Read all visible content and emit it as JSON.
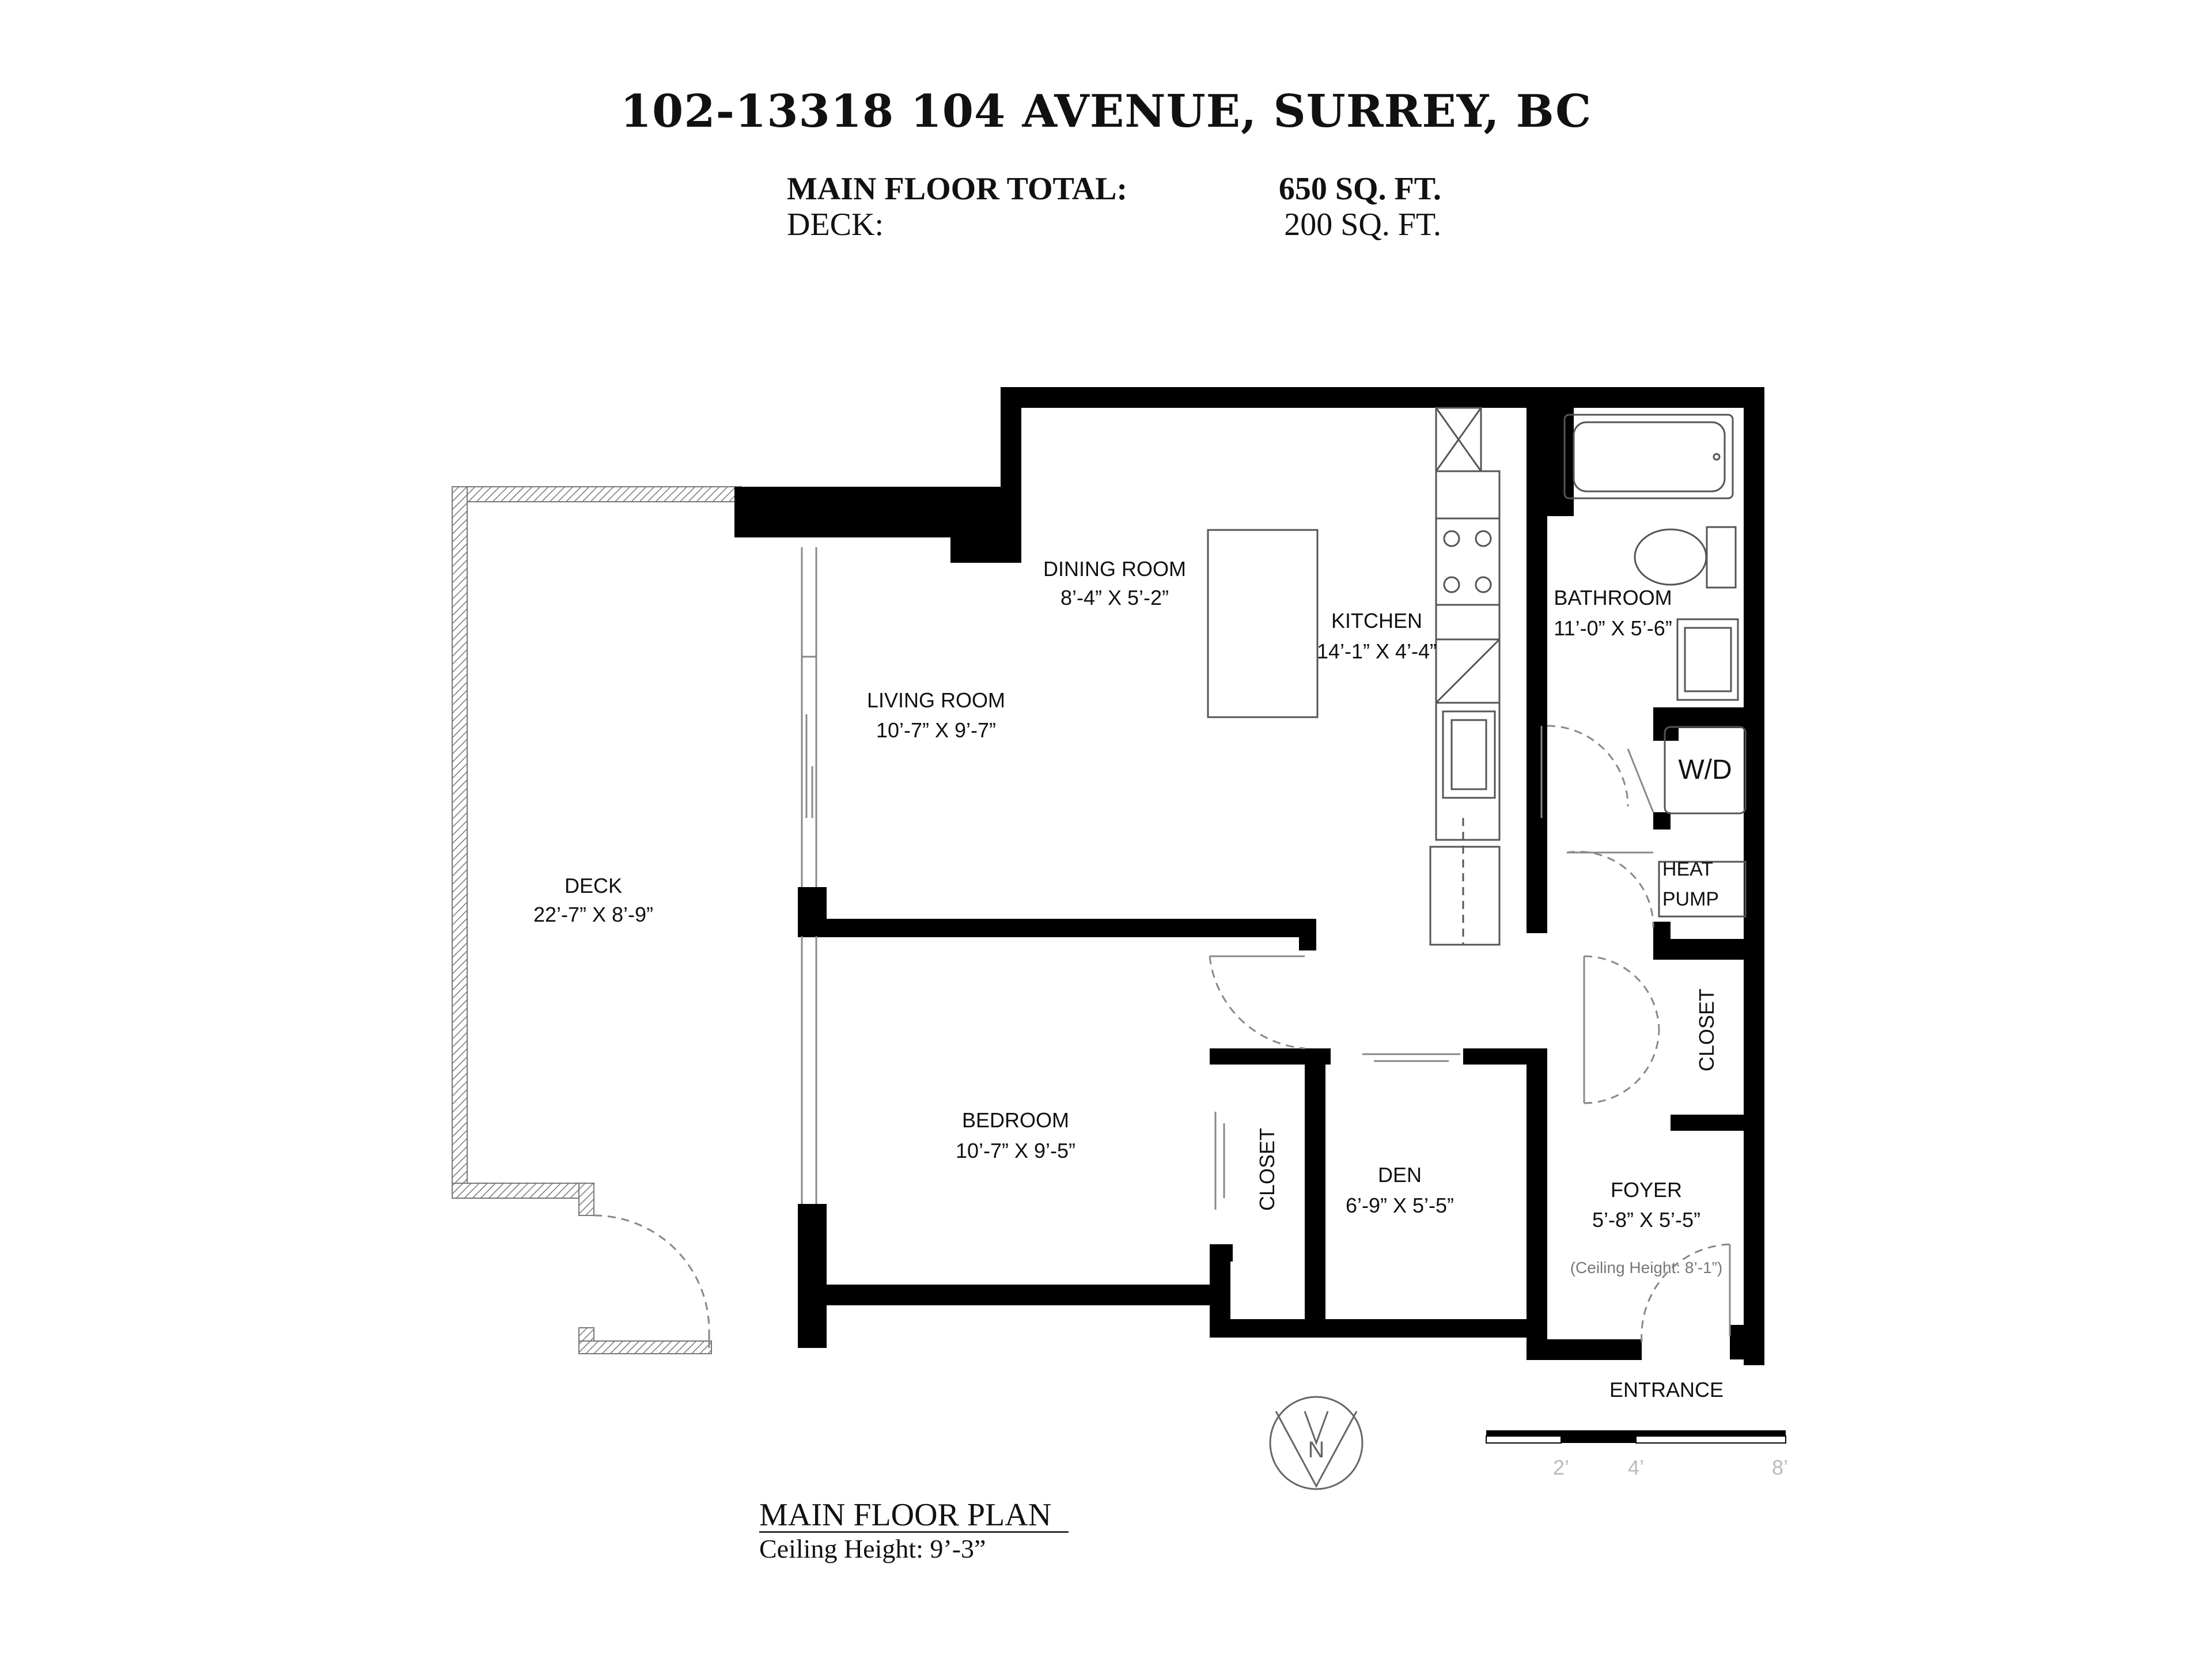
{
  "header": {
    "address": "102-13318 104 AVENUE, SURREY, BC",
    "main_floor_label": "MAIN FLOOR TOTAL:",
    "main_floor_value": "650 SQ. FT.",
    "deck_label": "DECK:",
    "deck_value": "200 SQ. FT."
  },
  "rooms": {
    "dining": {
      "name": "DINING ROOM",
      "size": "8’-4” X 5’-2”"
    },
    "kitchen": {
      "name": "KITCHEN",
      "size": "14’-1” X 4’-4”"
    },
    "bathroom": {
      "name": "BATHROOM",
      "size": "11’-0” X 5’-6”"
    },
    "living": {
      "name": "LIVING ROOM",
      "size": "10’-7” X 9’-7”"
    },
    "deck": {
      "name": "DECK",
      "size": "22’-7” X 8’-9”"
    },
    "bedroom": {
      "name": "BEDROOM",
      "size": "10’-7” X 9’-5”"
    },
    "den": {
      "name": "DEN",
      "size": "6’-9” X 5’-5”"
    },
    "foyer": {
      "name": "FOYER",
      "size": "5’-8” X 5’-5”",
      "note": "(Ceiling Height: 8’-1”)"
    },
    "closet_bedroom": "CLOSET",
    "closet_foyer": "CLOSET",
    "wd": "W/D",
    "heat_pump_line1": "HEAT",
    "heat_pump_line2": "PUMP",
    "entrance": "ENTRANCE"
  },
  "scale_bar": {
    "labels": [
      "2’",
      "4’",
      "8’"
    ]
  },
  "compass": {
    "icon": "north-arrow-icon",
    "letter": "N"
  },
  "footer": {
    "title": "MAIN FLOOR PLAN",
    "ceiling": "Ceiling Height: 9’-3”"
  }
}
